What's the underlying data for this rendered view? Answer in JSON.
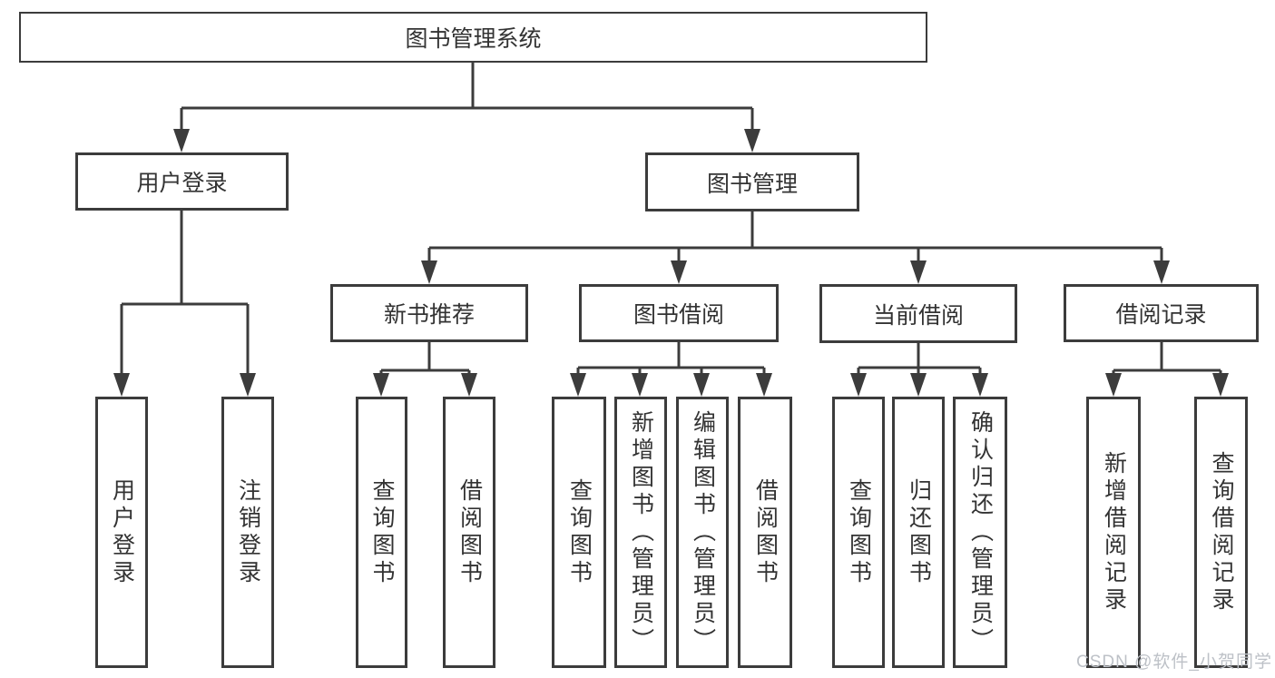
{
  "diagram_title": "图书管理系统",
  "tree": {
    "root": {
      "label": "图书管理系统",
      "children": [
        {
          "label": "用户登录",
          "children": [
            {
              "label": "用户登录"
            },
            {
              "label": "注销登录"
            }
          ]
        },
        {
          "label": "图书管理",
          "children": [
            {
              "label": "新书推荐",
              "children": [
                {
                  "label": "查询图书"
                },
                {
                  "label": "借阅图书"
                }
              ]
            },
            {
              "label": "图书借阅",
              "children": [
                {
                  "label": "查询图书"
                },
                {
                  "label": "新增图书（管理员）"
                },
                {
                  "label": "编辑图书（管理员）"
                },
                {
                  "label": "借阅图书"
                }
              ]
            },
            {
              "label": "当前借阅",
              "children": [
                {
                  "label": "查询图书"
                },
                {
                  "label": "归还图书"
                },
                {
                  "label": "确认归还（管理员）"
                }
              ]
            },
            {
              "label": "借阅记录",
              "children": [
                {
                  "label": "新增借阅记录"
                },
                {
                  "label": "查询借阅记录"
                }
              ]
            }
          ]
        }
      ]
    }
  },
  "watermark": {
    "text": "CSDN @软件_小贺同学"
  },
  "colors": {
    "line": "#3c3c3c",
    "box_border": "#3c3c3c",
    "text": "#333333",
    "watermark": "#bdc1c7",
    "background": "#ffffff"
  }
}
